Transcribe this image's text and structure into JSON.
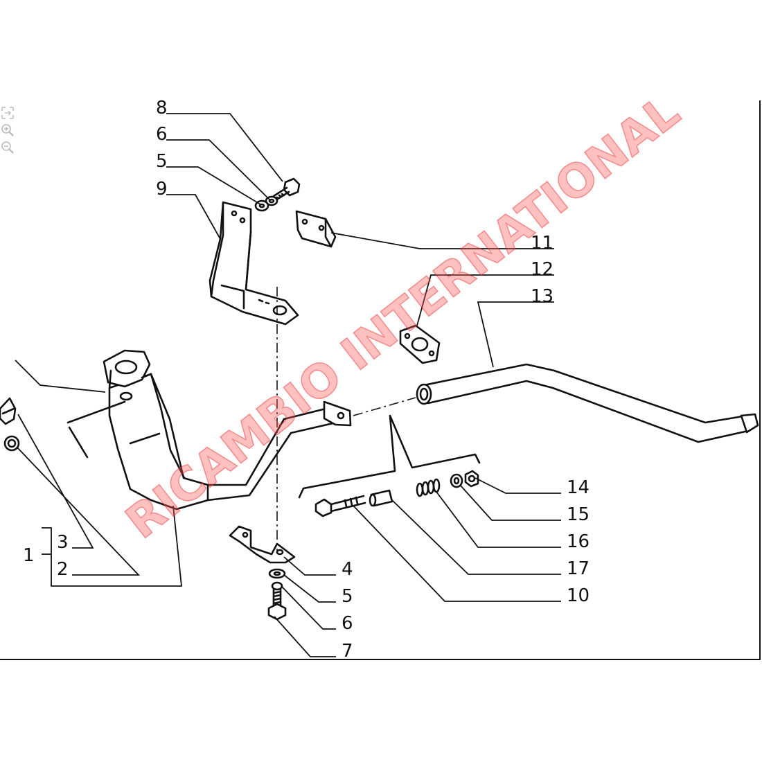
{
  "viewer": {
    "tools": [
      {
        "icon": "fit-page-icon"
      },
      {
        "icon": "zoom-in-icon"
      },
      {
        "icon": "zoom-out-icon"
      }
    ]
  },
  "diagram": {
    "callouts": {
      "c8": "8",
      "c6a": "6",
      "c5a": "5",
      "c9": "9",
      "c11": "11",
      "c12": "12",
      "c13": "13",
      "c14": "14",
      "c15": "15",
      "c16": "16",
      "c17": "17",
      "c10": "10",
      "c4": "4",
      "c5b": "5",
      "c6b": "6",
      "c7": "7",
      "c1": "1",
      "c3": "3",
      "c2": "2"
    },
    "watermark": "RICAMBIO INTERNATIONAL"
  },
  "colors": {
    "ink": "#111111",
    "watermark": "#ff5a5a",
    "background": "#ffffff"
  }
}
